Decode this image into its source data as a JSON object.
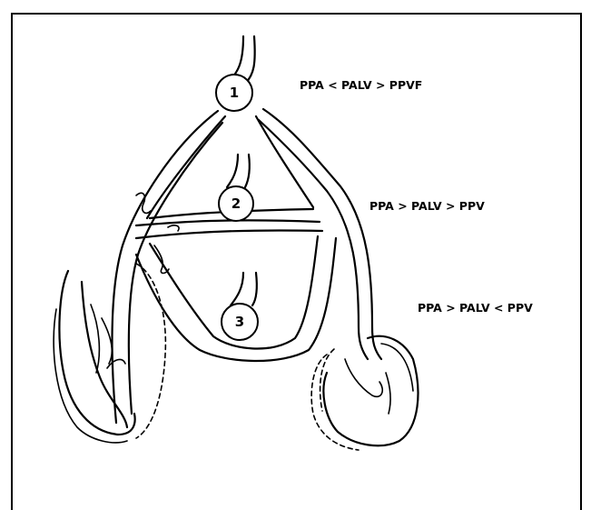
{
  "zones": [
    {
      "number": "1",
      "equation": "PPA < PALV > PPVF"
    },
    {
      "number": "2",
      "equation": "PPA > PALV > PPV"
    },
    {
      "number": "3",
      "equation": "PPA > PALV < PPV"
    }
  ]
}
